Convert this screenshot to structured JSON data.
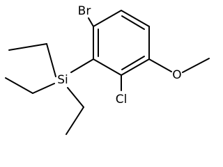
{
  "molecule": {
    "atoms": {
      "br": "Br",
      "si": "Si",
      "cl": "Cl",
      "o": "O"
    },
    "colors": {
      "bond": "#000000",
      "label": "#000000",
      "background": "#ffffff"
    }
  }
}
